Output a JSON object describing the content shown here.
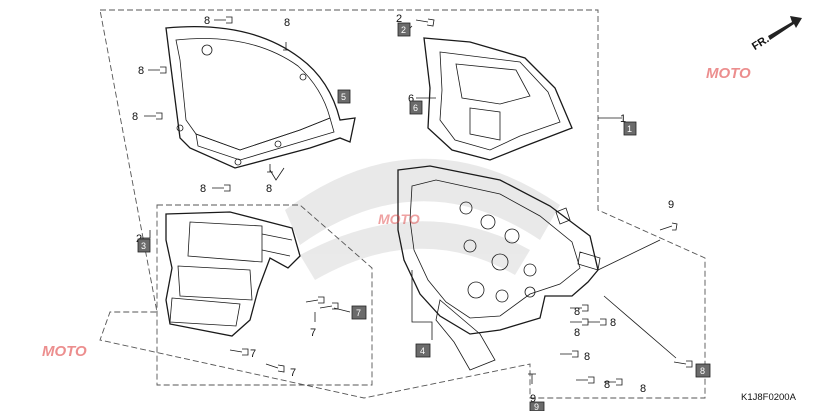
{
  "diagram": {
    "direction_label": "FR.",
    "part_code": "K1J8F0200A",
    "watermark": "MOTO",
    "callouts": {
      "n1": "1",
      "n2a": "2",
      "n2b": "2",
      "n3a": "3",
      "n3b": "3",
      "n4": "4",
      "n5": "5",
      "n6a": "6",
      "n6b": "6",
      "n7a": "7",
      "n7b": "7",
      "n7c": "7",
      "n7d": "7",
      "n7e": "7",
      "n8a": "8",
      "n8b": "8",
      "n8c": "8",
      "n8d": "8",
      "n8e": "8",
      "n8f": "8",
      "n8g": "8",
      "n8h": "8",
      "n8i": "8",
      "n8j": "8",
      "n8k": "8",
      "n8l": "8",
      "n8m": "8",
      "n8n": "8",
      "n9a": "9",
      "n9b": "9"
    }
  }
}
